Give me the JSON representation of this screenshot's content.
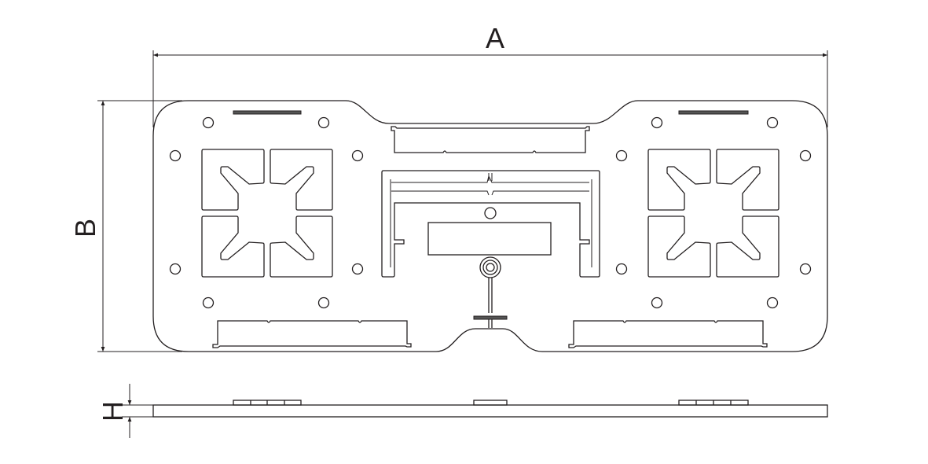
{
  "dimensions": {
    "length_label": "A",
    "width_label": "B",
    "height_label": "H"
  },
  "colors": {
    "line": "#231f20",
    "background": "#ffffff"
  }
}
